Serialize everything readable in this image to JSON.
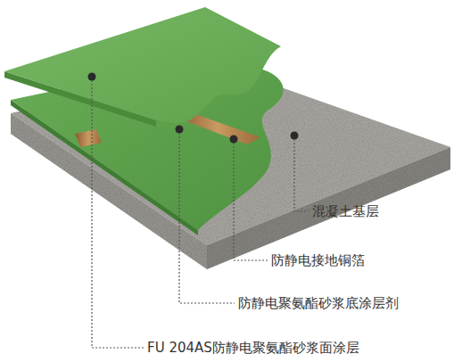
{
  "diagram": {
    "labels": [
      "混凝土基层",
      "防静电接地铜箔",
      "防静电聚氨酯砂浆底涂层剂",
      "FU 204AS防静电聚氨酯砂浆面涂层"
    ]
  }
}
